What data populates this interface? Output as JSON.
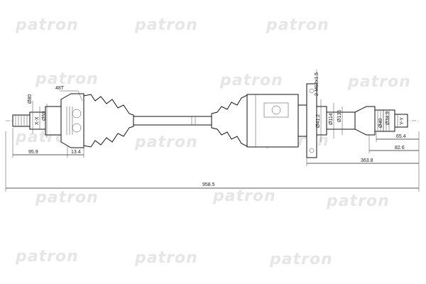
{
  "watermark": "patron",
  "dimensions": {
    "d80": "Ø80",
    "x_x": "X-X",
    "d50": "Ø50",
    "teeth": "48T",
    "len_95_9": "95.9",
    "len_13_4": "13.4",
    "thread": "2-M12x1.5",
    "d41_2": "Ø41.2",
    "d114": "Ø114",
    "d135": "Ø135",
    "d40": "Ø40",
    "d34_9": "Ø34.9",
    "y_y": "Y-Y",
    "len_65_4": "65.4",
    "len_82_6": "82.6",
    "len_363_8": "363.8",
    "len_958_5": "958.5"
  }
}
